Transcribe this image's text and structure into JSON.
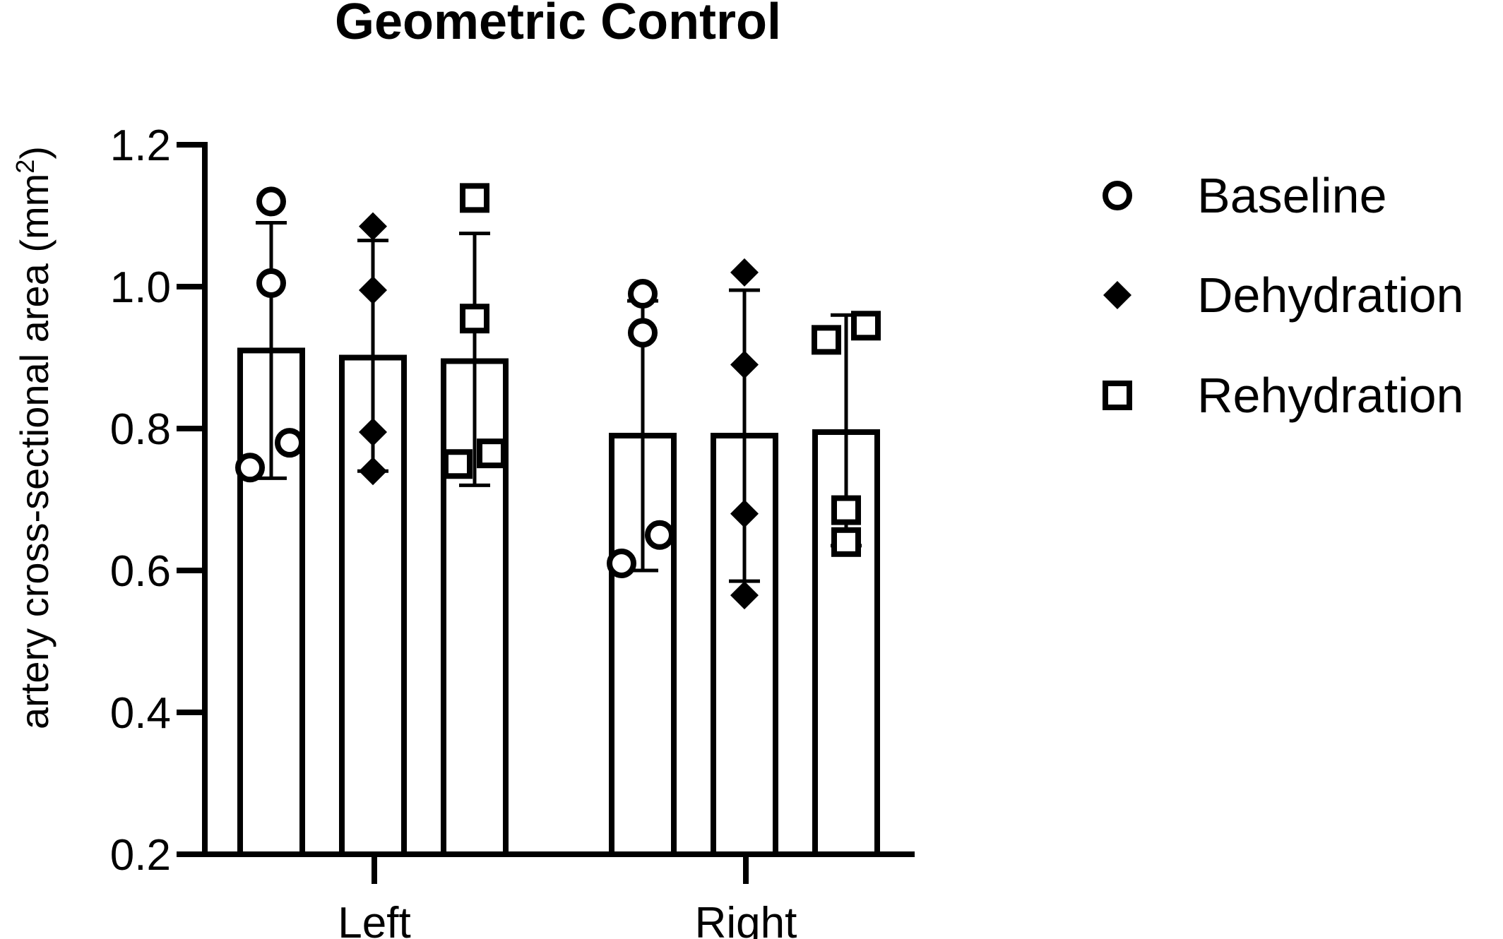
{
  "chart_data": {
    "type": "bar",
    "title": "Geometric Control",
    "ylabel": "artery cross-sectional area (mm",
    "ylabel_sup": "2",
    "ylabel_close": ")",
    "ylim": [
      0.2,
      1.2
    ],
    "yticks": [
      0.2,
      0.4,
      0.6,
      0.8,
      1.0,
      1.2
    ],
    "ytick_labels": [
      "0.2",
      "0.4",
      "0.6",
      "0.8",
      "1.0",
      "1.2"
    ],
    "categories": [
      "Left",
      "Right"
    ],
    "legend_position": "right",
    "grid": false,
    "series": [
      {
        "name": "Baseline",
        "marker": "open-circle",
        "values": [
          0.91,
          0.79
        ],
        "error": [
          [
            0.73,
            1.09
          ],
          [
            0.6,
            0.98
          ]
        ],
        "points": [
          [
            0.745,
            1.005,
            1.12,
            0.78
          ],
          [
            0.61,
            0.935,
            0.99,
            0.65
          ]
        ]
      },
      {
        "name": "Dehydration",
        "marker": "filled-diamond",
        "values": [
          0.9,
          0.79
        ],
        "error": [
          [
            0.74,
            1.065
          ],
          [
            0.585,
            0.995
          ]
        ],
        "points": [
          [
            0.74,
            0.795,
            0.995,
            1.085
          ],
          [
            0.565,
            0.68,
            0.89,
            1.02
          ]
        ]
      },
      {
        "name": "Rehydration",
        "marker": "open-square",
        "values": [
          0.895,
          0.795
        ],
        "error": [
          [
            0.72,
            1.075
          ],
          [
            0.635,
            0.96
          ]
        ],
        "points": [
          [
            0.75,
            0.955,
            1.125,
            0.765
          ],
          [
            0.925,
            0.64,
            0.685,
            0.945
          ]
        ]
      }
    ]
  }
}
